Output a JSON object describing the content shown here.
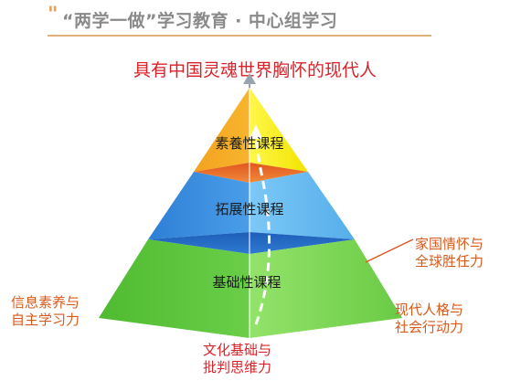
{
  "header": {
    "title": "“两学一做”学习教育 · 中心组学习"
  },
  "goal": {
    "text": "具有中国灵魂世界胸怀的现代人"
  },
  "pyramid": {
    "tiers": [
      {
        "id": "top",
        "label": "素養性课程"
      },
      {
        "id": "middle",
        "label": "拓展性课程"
      },
      {
        "id": "bottom",
        "label": "基础性课程"
      }
    ]
  },
  "outcomes": {
    "right_upper": {
      "line1": "家国情怀与",
      "line2": "全球胜任力"
    },
    "left": {
      "line1": "信息素养与",
      "line2": "自主学习力"
    },
    "right_lower": {
      "line1": "现代人格与",
      "line2": "社会行动力"
    },
    "bottom": {
      "line1": "文化基础与",
      "line2": "批判思维力"
    }
  },
  "colors": {
    "top_left": "#f5a623",
    "top_right": "#ffee22",
    "middle_left": "#3a8fe0",
    "middle_right": "#5fb8f2",
    "bottom_left": "#5cc63c",
    "bottom_right": "#7ed957",
    "band": "#e86b28",
    "goal_text": "#d8232a",
    "orange_text": "#d85a1a"
  }
}
